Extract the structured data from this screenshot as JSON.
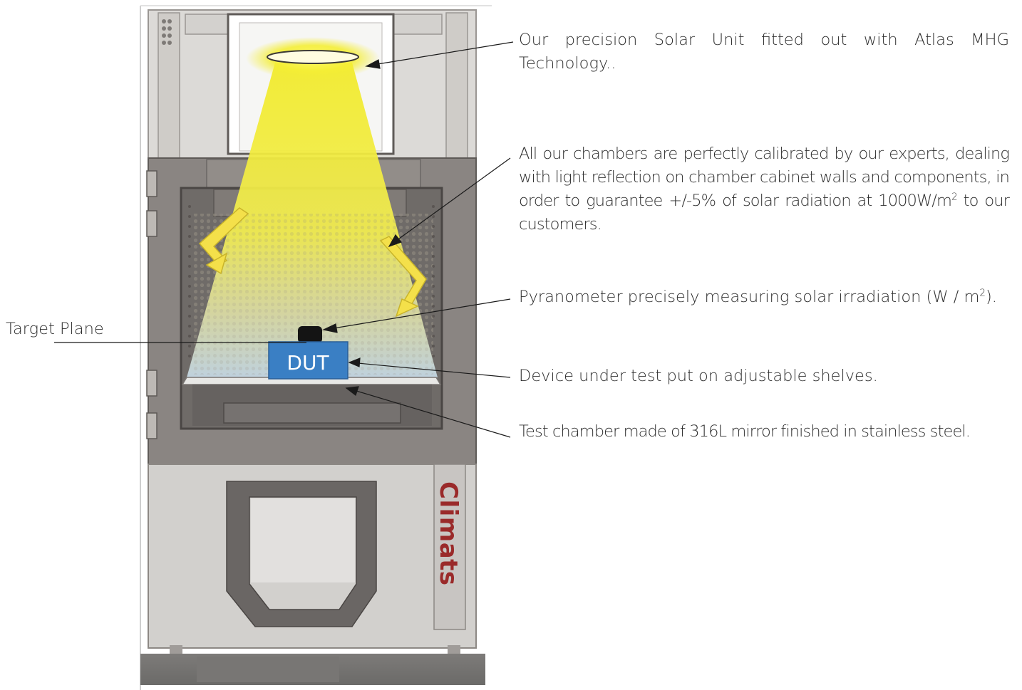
{
  "annotations": {
    "solar_unit": "Our precision Solar Unit fitted out with Atlas MHG Technology..",
    "calibration_main": "All our chambers are perfectly calibrated by our experts, dealing with light reflection on chamber cabinet walls and components, in order to guarantee +/-5% of solar radiation at 1000W/m",
    "calibration_sup": "2",
    "calibration_tail": " to our customers.",
    "pyranometer_main": "Pyranometer precisely measuring solar irradiation (W / m",
    "pyranometer_sup": "2",
    "pyranometer_tail": ").",
    "dut_note": "Device under test put on adjustable shelves.",
    "chamber_note": "Test chamber made of 316L mirror finished in stainless steel.",
    "target_plane": "Target Plane"
  },
  "device": {
    "dut_label": "DUT",
    "brand": "Climats"
  },
  "colors": {
    "light_beam": "#f2ec3a",
    "arrow_fill": "#f4e04a",
    "dut_box": "#3a7fc4",
    "brand_text": "#9a2a2a",
    "frame_dark": "#8a8582",
    "panel_light": "#d2d0cd"
  }
}
